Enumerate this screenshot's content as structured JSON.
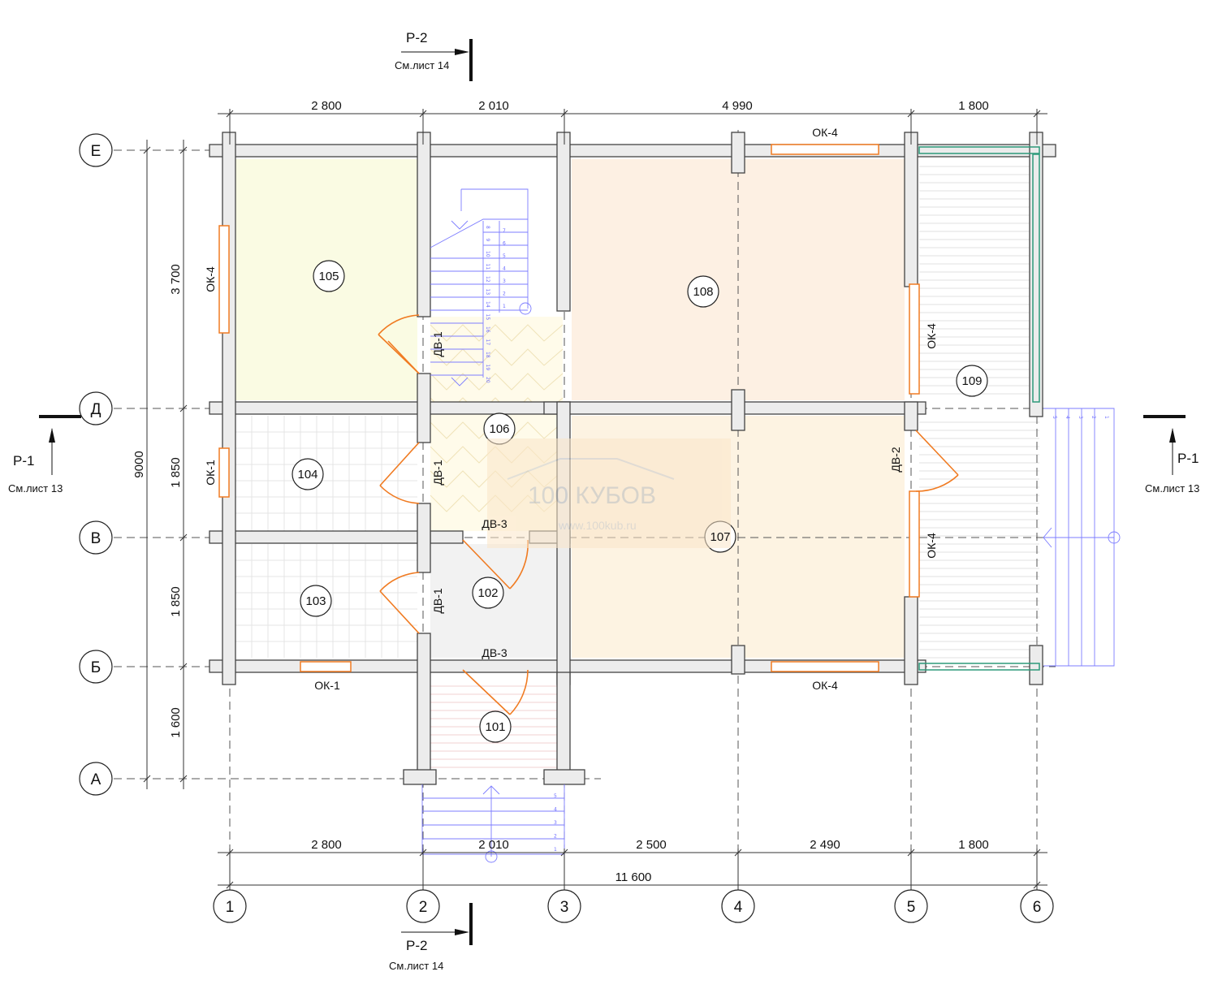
{
  "colors": {
    "wall_fill": "#ececec",
    "wall_stroke": "#444444",
    "opening": "#f07b22",
    "terrace_glass": "#2d9a7a",
    "stair_lines": "#7d7dff",
    "room_105": "#fafbe3",
    "room_107": "#fdf3e2",
    "room_108": "#fdf0e3",
    "room_102": "#f2f2f2"
  },
  "section_marks": {
    "p2_top": {
      "label": "Р-2",
      "ref": "См.лист 14"
    },
    "p2_bottom": {
      "label": "Р-2",
      "ref": "См.лист 14"
    },
    "p1_left": {
      "label": "Р-1",
      "ref": "См.лист 13"
    },
    "p1_right": {
      "label": "Р-1",
      "ref": "См.лист 13"
    }
  },
  "dimensions": {
    "top": [
      "2 800",
      "2 010",
      "4 990",
      "1 800"
    ],
    "bottom": [
      "2 800",
      "2 010",
      "2 500",
      "2 490",
      "1 800"
    ],
    "total_width": "11 600",
    "left_chain": [
      "3 700",
      "1 850",
      "1 850",
      "1 600"
    ],
    "total_height": "9000"
  },
  "axes": {
    "rows": [
      "Е",
      "Д",
      "В",
      "Б",
      "А"
    ],
    "columns": [
      "1",
      "2",
      "3",
      "4",
      "5",
      "6"
    ]
  },
  "rooms": [
    "101",
    "102",
    "103",
    "104",
    "105",
    "106",
    "107",
    "108",
    "109"
  ],
  "openings": {
    "ok4_left": "ОК-4",
    "ok1_left": "ОК-1",
    "ok1_bottom": "ОК-1",
    "ok4_top": "ОК-4",
    "ok4_bottom": "ОК-4",
    "ok4_terrace_upper": "ОК-4",
    "ok4_terrace_lower": "ОК-4",
    "dv1_105": "ДВ-1",
    "dv1_104": "ДВ-1",
    "dv1_103": "ДВ-1",
    "dv3_top": "ДВ-3",
    "dv3_bottom": "ДВ-3",
    "dv2": "ДВ-2"
  },
  "watermark": {
    "brand": "100 КУБОВ",
    "site": "www.100kub.ru"
  },
  "stairs": {
    "main_left": [
      "8",
      "9",
      "10",
      "11",
      "12",
      "13",
      "14",
      "15",
      "16",
      "17",
      "18",
      "19",
      "20"
    ],
    "main_right": [
      "7",
      "6",
      "5",
      "4",
      "3",
      "2",
      "1"
    ],
    "porch": [
      "5",
      "4",
      "3",
      "2",
      "1"
    ],
    "terrace": [
      "5",
      "4",
      "3",
      "2",
      "1"
    ]
  }
}
